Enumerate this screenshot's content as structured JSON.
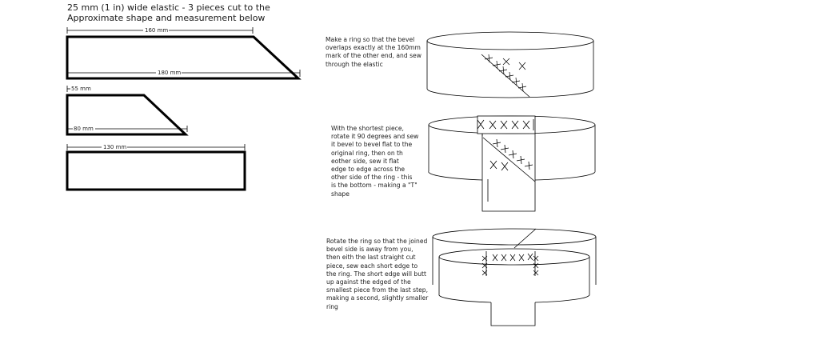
{
  "title": {
    "line1": "25 mm (1 in) wide elastic - 3 pieces cut to the",
    "line2": "Approximate shape and measurement below"
  },
  "pieces": {
    "long": {
      "top_label": "160 mm",
      "bottom_label": "180 mm"
    },
    "short": {
      "top_label": "55 mm",
      "bottom_label": "80 mm"
    },
    "straight": {
      "top_label": "130 mm"
    }
  },
  "steps": [
    {
      "text": "Make a ring so that the bevel\noverlaps exactly at the 160mm\nmark of the other end, and sew\nthrough the elastic"
    },
    {
      "text": "With the shortest piece,\nrotate it 90 degrees and sew\nit bevel to bevel flat to the\noriginal ring, then on th\neother side, sew it  flat\nedge to edge across the\nother side of the ring - this\nis the bottom - making a \"T\"\nshape"
    },
    {
      "text": "Rotate the ring so that the joined\nbevel side is away from you,\nthen eith the last straight cut\npiece, sew each short edge to\nthe ring.  The short edge will butt\nup against the edged of the\nsmallest piece from the last step,\nmaking a second, slightly smaller\nring"
    }
  ]
}
